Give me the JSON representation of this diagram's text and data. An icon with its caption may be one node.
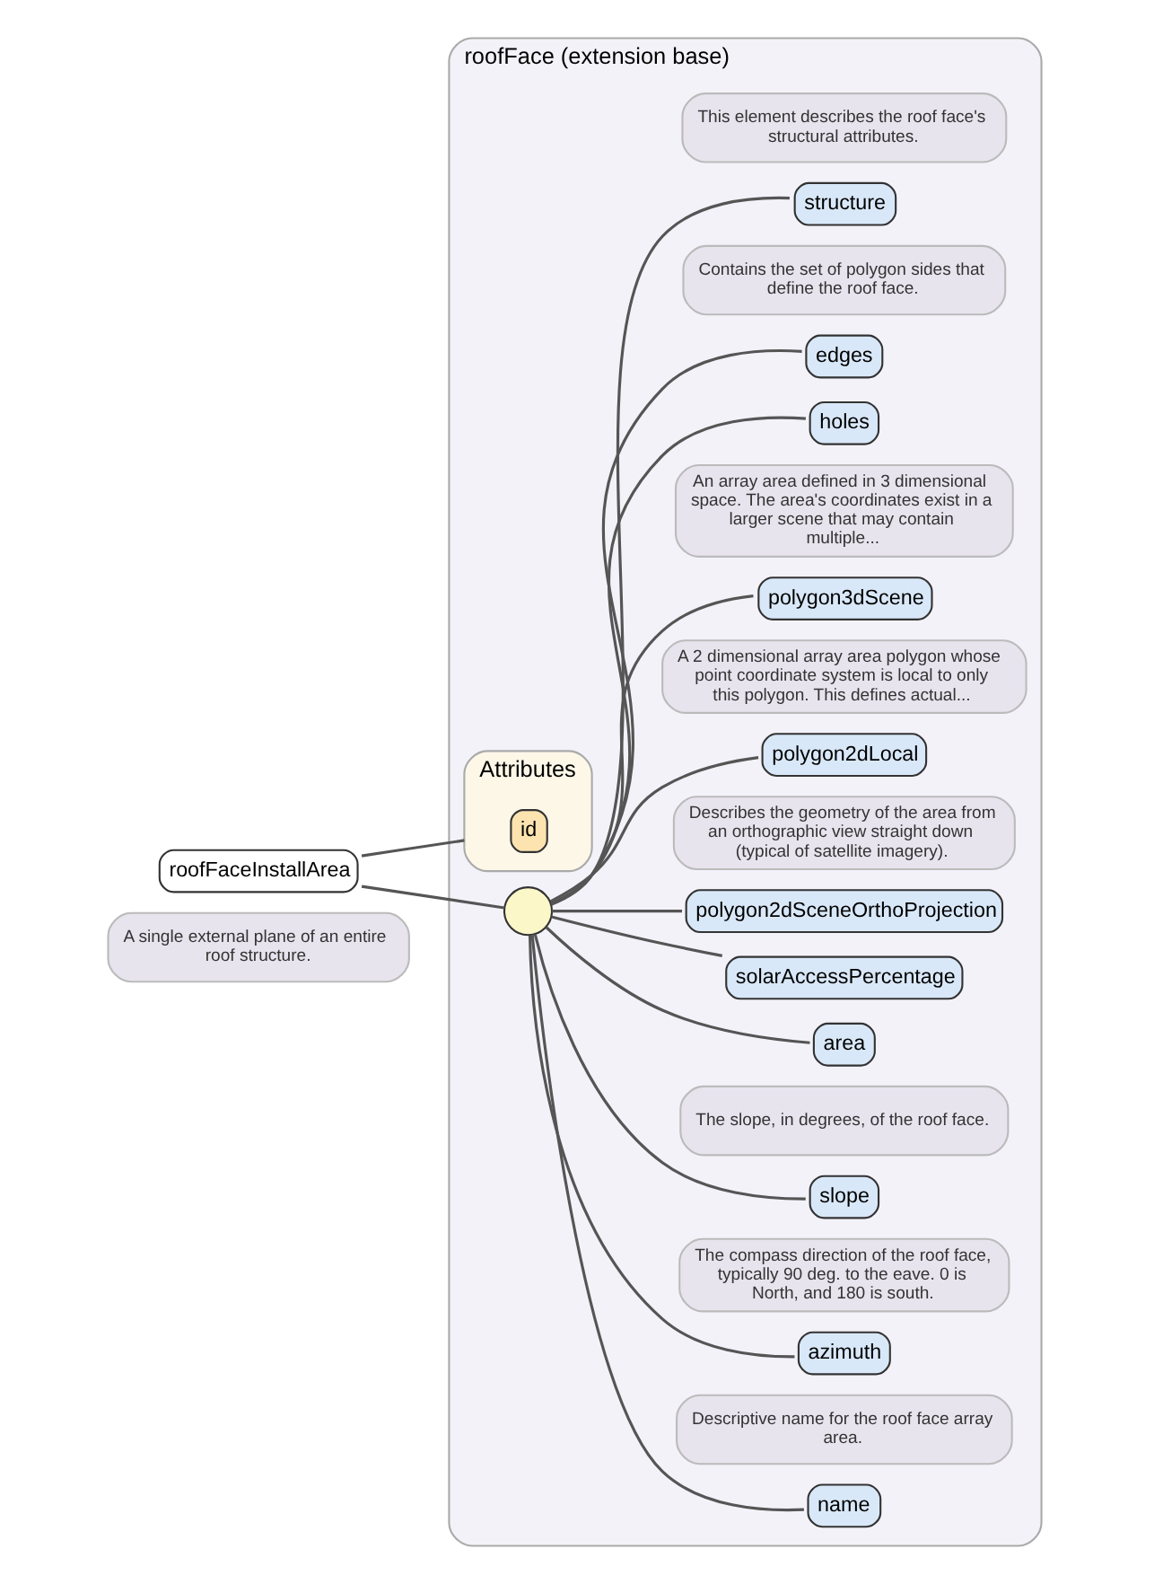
{
  "diagram": {
    "nodes": [
      {
        "text": [
          "roofFaceInstallArea"
        ],
        "beside": [
          "A single external plane of an entire roof structure."
        ]
      },
      {
        "text": [
          "roofFace (extension base)"
        ]
      },
      {
        "text": [
          "Attributes"
        ],
        "in": 1
      },
      {
        "text": [
          "id"
        ],
        "in": 2
      },
      {
        "text": [],
        "shape": "circle",
        "in": 1
      },
      {
        "text": [
          "name"
        ],
        "in": 1,
        "beside": [
          "Descriptive name for the roof face array area."
        ]
      },
      {
        "text": [
          "azimuth"
        ],
        "in": 1,
        "beside": [
          "The compass direction of the roof face, typically 90 deg. to the eave. 0 is North, and 180 is south."
        ]
      },
      {
        "text": [
          "slope"
        ],
        "in": 1,
        "beside": [
          "The slope, in degrees, of the roof face."
        ]
      },
      {
        "text": [
          "area"
        ],
        "in": 1
      },
      {
        "text": [
          "solarAccessPercentage"
        ],
        "in": 1
      },
      {
        "text": [
          "polygon2dSceneOrthoProjection"
        ],
        "in": 1,
        "beside": [
          "Describes the geometry of the area from an orthographic view straight down (typical of satellite imagery)."
        ]
      },
      {
        "text": [
          "polygon2dLocal"
        ],
        "in": 1,
        "beside": [
          "A 2 dimensional array area polygon whose point coordinate system is local to only this polygon. This defines actual..."
        ]
      },
      {
        "text": [
          "polygon3dScene"
        ],
        "in": 1,
        "beside": [
          "An array area defined in 3 dimensional space. The area's coordinates exist in a larger scene that may contain multiple..."
        ]
      },
      {
        "text": [
          "holes"
        ],
        "in": 1
      },
      {
        "text": [
          "edges"
        ],
        "in": 1,
        "beside": [
          "Contains the set of polygon sides that define the roof face."
        ]
      },
      {
        "text": [
          "structure"
        ],
        "in": 1,
        "beside": [
          "This element describes the roof face's structural attributes."
        ]
      }
    ],
    "edges": [
      {
        "from": 0,
        "to": 2,
        "arrow": "none"
      },
      {
        "from": 0,
        "to": 4,
        "arrow": "none"
      },
      {
        "from": 4,
        "to": 5,
        "arrow": "none"
      },
      {
        "from": 4,
        "to": 6,
        "arrow": "none"
      },
      {
        "from": 4,
        "to": 7,
        "arrow": "none"
      },
      {
        "from": 4,
        "to": 8,
        "arrow": "none"
      },
      {
        "from": 4,
        "to": 9,
        "arrow": "none"
      },
      {
        "from": 4,
        "to": 10,
        "arrow": "none"
      },
      {
        "from": 4,
        "to": 11,
        "arrow": "none"
      },
      {
        "from": 4,
        "to": 12,
        "arrow": "none"
      },
      {
        "from": 4,
        "to": 13,
        "arrow": "none"
      },
      {
        "from": 4,
        "to": 14,
        "arrow": "none"
      },
      {
        "from": 4,
        "to": 15,
        "arrow": "none"
      }
    ]
  }
}
